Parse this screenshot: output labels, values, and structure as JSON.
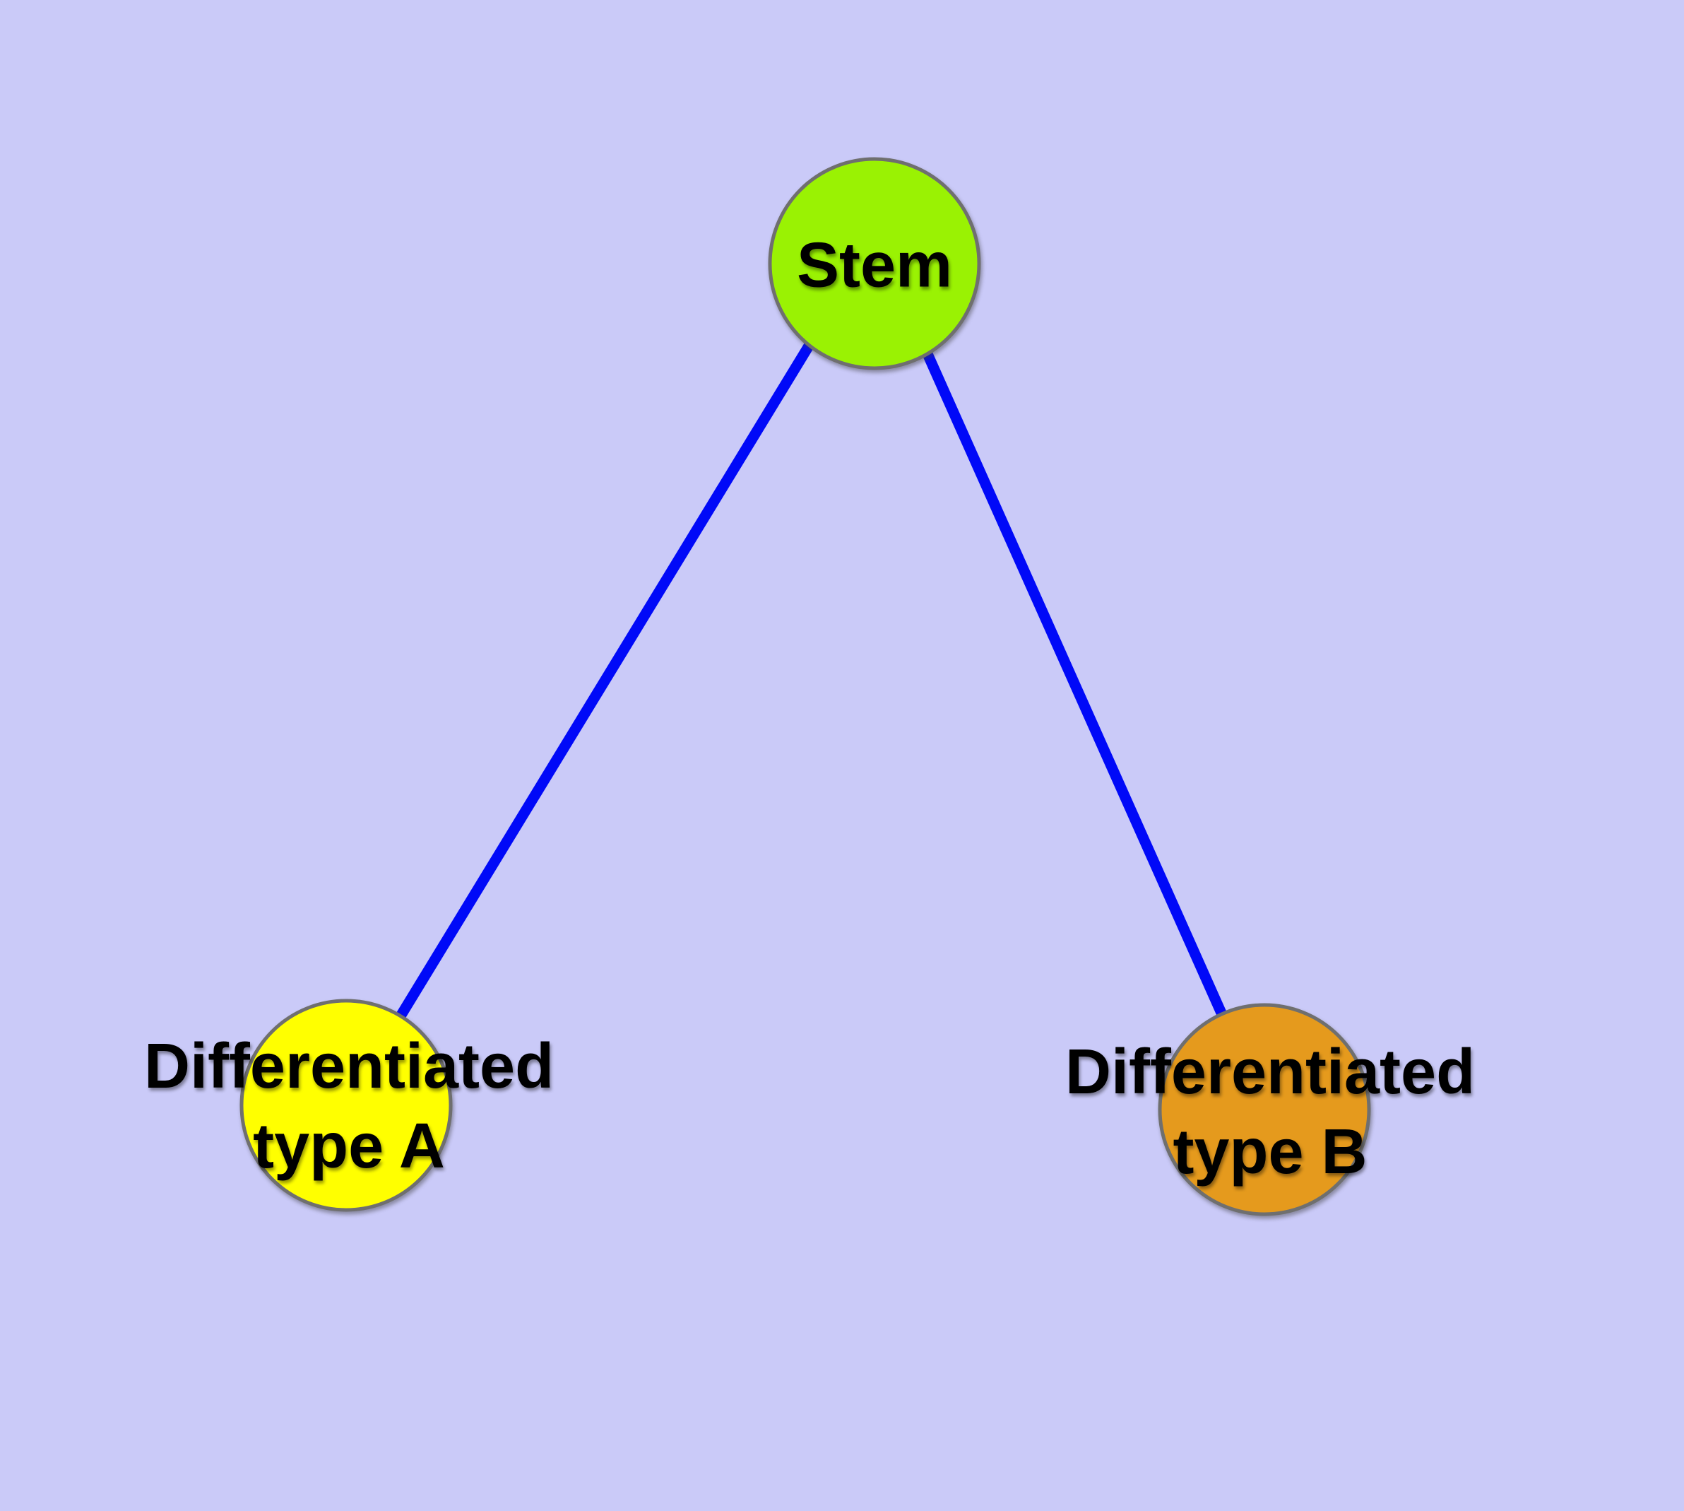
{
  "diagram": {
    "background_color": "#cacaf8",
    "edge_color": "#0009f8",
    "node_border_color": "#6f6f6f",
    "label_color": "#000000",
    "nodes": [
      {
        "id": "stem",
        "label": "Stem",
        "color": "#9af203"
      },
      {
        "id": "differentiated-type-a",
        "label_line1": "Differentiated",
        "label_line2": "type A",
        "color": "#ffff00"
      },
      {
        "id": "differentiated-type-b",
        "label_line1": "Differentiated",
        "label_line2": "type B",
        "color": "#e59a1d"
      }
    ],
    "edges": [
      {
        "from": "Stem",
        "to": "Differentiated type A"
      },
      {
        "from": "Stem",
        "to": "Differentiated type B"
      }
    ]
  }
}
